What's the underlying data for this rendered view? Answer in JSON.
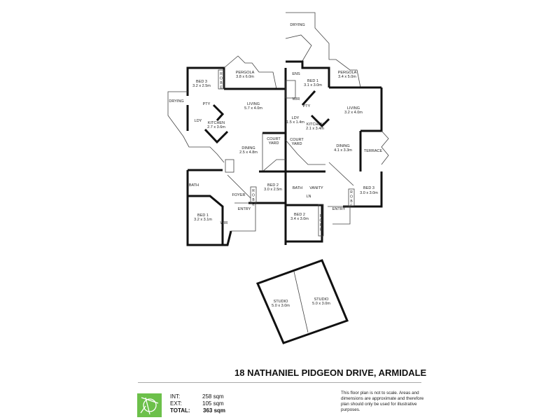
{
  "title": "18 NATHANIEL PIDGEON DRIVE, ARMIDALE",
  "unit_left": {
    "bed3": [
      "BED 3",
      "3.2 x 2.5m"
    ],
    "pergola": [
      "PERGOLA",
      "3.8 x 6.0m"
    ],
    "living": [
      "LIVING",
      "5.7 x 4.0m"
    ],
    "drying": "DRYING",
    "pty": "PTY",
    "ldy": "LDY",
    "kitchen": [
      "KITCHEN",
      "2.7 x 3.6m"
    ],
    "dining": [
      "DINING",
      "2.5 x 4.8m"
    ],
    "courtyard": [
      "COURT",
      "YARD"
    ],
    "bath": "BATH",
    "bed2": [
      "BED 2",
      "3.0 x 2.5m"
    ],
    "foyer": "FOYER",
    "entry": "ENTRY",
    "bed1": [
      "BED 1",
      "3.2 x 3.1m"
    ],
    "wir": "WIR",
    "robe": "ROBE"
  },
  "unit_right": {
    "drying": "DRYING",
    "ens": "ENS",
    "bed1": [
      "BED 1",
      "3.1 x 3.0m"
    ],
    "pergola": [
      "PERGOLA",
      "3.4 x 5.0m"
    ],
    "wir": "WIR",
    "pty": "PTY",
    "living": [
      "LIVING",
      "3.2 x 4.0m"
    ],
    "ldy": [
      "LDY",
      "1.5 x 1.4m"
    ],
    "kitchen": [
      "KITCHEN",
      "2.1 x 3.4m"
    ],
    "courtyard": [
      "COURT",
      "YARD"
    ],
    "dining": [
      "DINING",
      "4.1 x 3.3m"
    ],
    "terrace": "TERRACE",
    "bath": "BATH",
    "vanity": "VANITY",
    "ln": "LN",
    "bed3": [
      "BED 3",
      "3.0 x 3.0m"
    ],
    "entry": "ENTRY",
    "bed2": [
      "BED 2",
      "3.4 x 3.0m"
    ],
    "robe": "ROBE"
  },
  "studios": [
    [
      "STUDIO",
      "5.0 x 3.0m"
    ],
    [
      "STUDIO",
      "5.0 x 3.0m"
    ]
  ],
  "areas": {
    "int_label": "INT:",
    "int_value": "258 sqm",
    "ext_label": "EXT:",
    "ext_value": "105 sqm",
    "total_label": "TOTAL:",
    "total_value": "363 sqm"
  },
  "disclaimer": "This floor plan is not to scale. Areas and dimensions are approximate and therefore plan should only be used for illustrative purposes.",
  "colors": {
    "logo": "#6cc04a",
    "walls": "#111111"
  }
}
